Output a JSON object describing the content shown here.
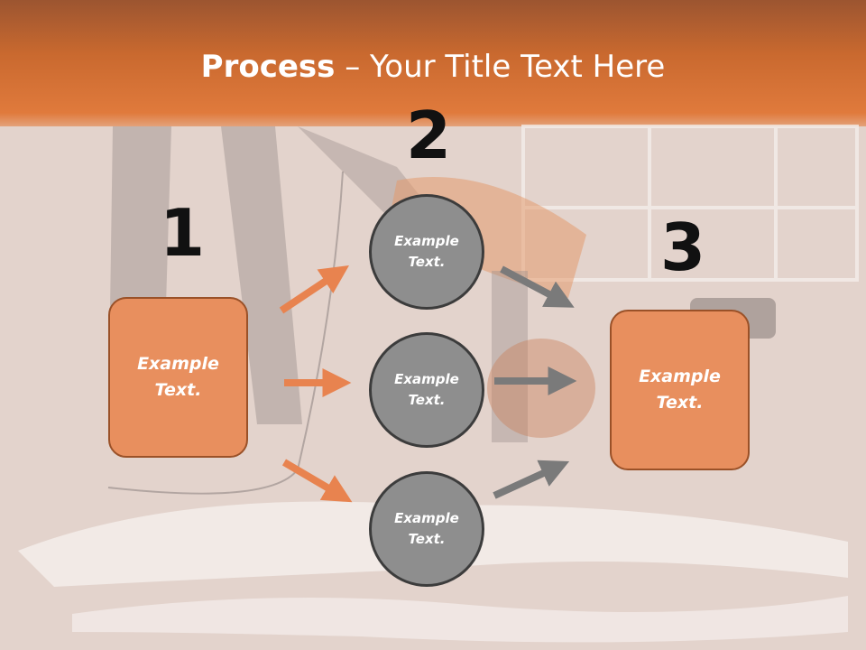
{
  "title": {
    "bold": "Process",
    "separator": " – ",
    "rest": "Your Title Text Here"
  },
  "steps": {
    "one": {
      "number": "1",
      "text": "Example\nText."
    },
    "two": {
      "number": "2"
    },
    "three": {
      "number": "3",
      "text": "Example\nText."
    }
  },
  "circles": [
    {
      "text": "Example\nText."
    },
    {
      "text": "Example\nText."
    },
    {
      "text": "Example\nText."
    }
  ],
  "colors": {
    "orange_fill": "#e88f5e",
    "circle_fill": "#8e8e8e",
    "orange_arrow": "#e8834f",
    "gray_arrow": "#7a7a7a"
  }
}
